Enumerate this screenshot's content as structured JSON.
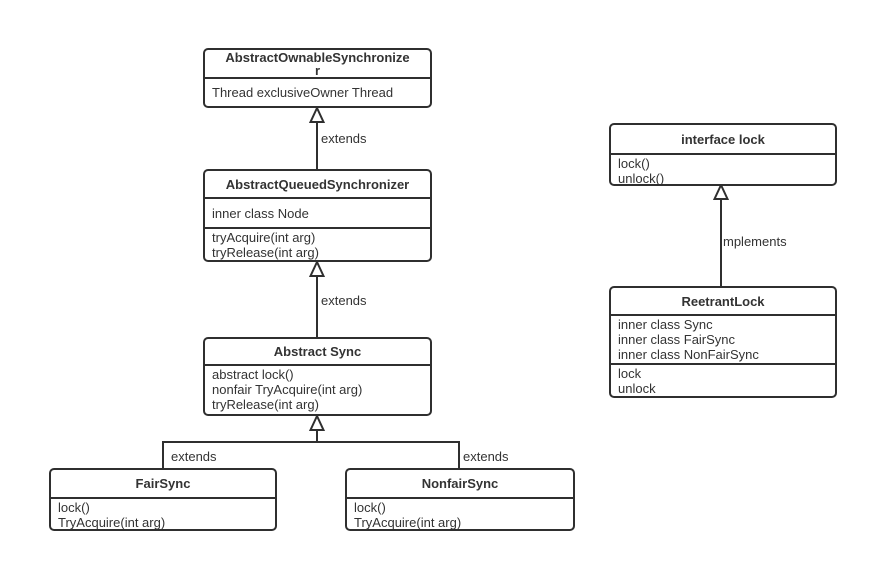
{
  "colors": {
    "line": "#2f2f2f",
    "text": "#333333",
    "background": "#ffffff"
  },
  "classes": {
    "abstract_ownable_synchronizer": {
      "title": "AbstractOwnableSynchronize\nr",
      "rows1": [
        "Thread exclusiveOwner Thread"
      ]
    },
    "abstract_queued_synchronizer": {
      "title": "AbstractQueuedSynchronizer",
      "rows1": [
        "inner class Node"
      ],
      "rows2": [
        "tryAcquire(int arg)",
        "tryRelease(int arg)"
      ]
    },
    "abstract_sync": {
      "title": "Abstract Sync",
      "rows1": [
        "abstract lock()",
        "nonfair TryAcquire(int arg)",
        "tryRelease(int arg)"
      ]
    },
    "fair_sync": {
      "title": "FairSync",
      "rows1": [
        "lock()",
        "TryAcquire(int arg)"
      ]
    },
    "nonfair_sync": {
      "title": "NonfairSync",
      "rows1": [
        "lock()",
        "TryAcquire(int arg)"
      ]
    },
    "interface_lock": {
      "title": "interface lock",
      "rows1": [
        "lock()",
        "unlock()"
      ]
    },
    "reetrant_lock": {
      "title": "ReetrantLock",
      "rows1": [
        "inner class Sync",
        "inner class FairSync",
        "inner class NonFairSync"
      ],
      "rows2": [
        "lock",
        "unlock"
      ]
    }
  },
  "edge_labels": {
    "extends_aqs_to_aos": "extends",
    "extends_sync_to_aqs": "extends",
    "extends_fairsync": "extends",
    "extends_nonfairsync": "extends",
    "implements_reetrantlock": "mplements"
  }
}
